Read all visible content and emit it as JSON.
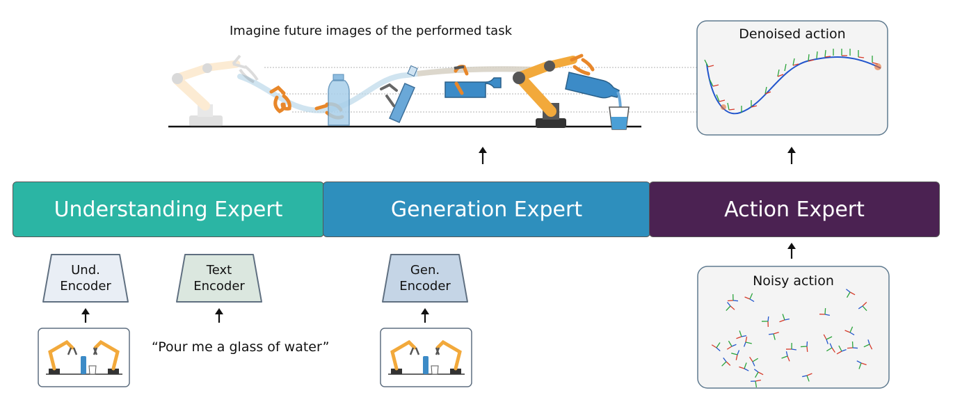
{
  "top_caption": "Imagine future images of the performed task",
  "denoised_panel": {
    "title": "Denoised action"
  },
  "noisy_panel": {
    "title": "Noisy action"
  },
  "experts": {
    "understanding": "Understanding Expert",
    "generation": "Generation Expert",
    "action": "Action Expert"
  },
  "encoders": {
    "und": {
      "line1": "Und.",
      "line2": "Encoder",
      "color": "#e9eef5"
    },
    "text": {
      "line1": "Text",
      "line2": "Encoder",
      "color": "#dbe7df"
    },
    "gen": {
      "line1": "Gen.",
      "line2": "Encoder",
      "color": "#c5d5e6"
    }
  },
  "instruction": "“Pour me a glass of water”",
  "colors": {
    "understanding": "#2bb5a4",
    "generation": "#2e8fbd",
    "action": "#4b2252",
    "robot_arm": "#f2a93b",
    "gripper": "#e8872a",
    "bottle": "#6aa8d8"
  }
}
